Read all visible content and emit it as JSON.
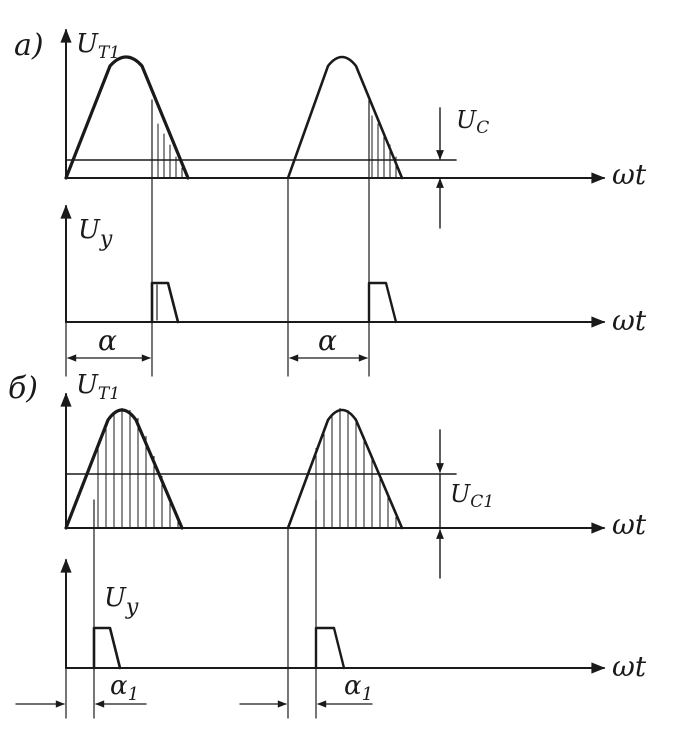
{
  "panel_a": {
    "marker": "a)",
    "top_axis_label": "U",
    "top_axis_sub": "T1",
    "threshold_label": "U",
    "threshold_sub": "C",
    "time_label": "ωt",
    "bottom_axis_label": "U",
    "bottom_axis_sub": "y",
    "angle_label": "α"
  },
  "panel_b": {
    "marker": "б)",
    "top_axis_label": "U",
    "top_axis_sub": "T1",
    "threshold_label": "U",
    "threshold_sub": "C1",
    "time_label": "ωt",
    "bottom_axis_label": "U",
    "bottom_axis_sub": "y",
    "angle_label": "α",
    "angle_sub": "1"
  },
  "colors": {
    "ink": "#1a1a1a",
    "background": "#ffffff"
  }
}
